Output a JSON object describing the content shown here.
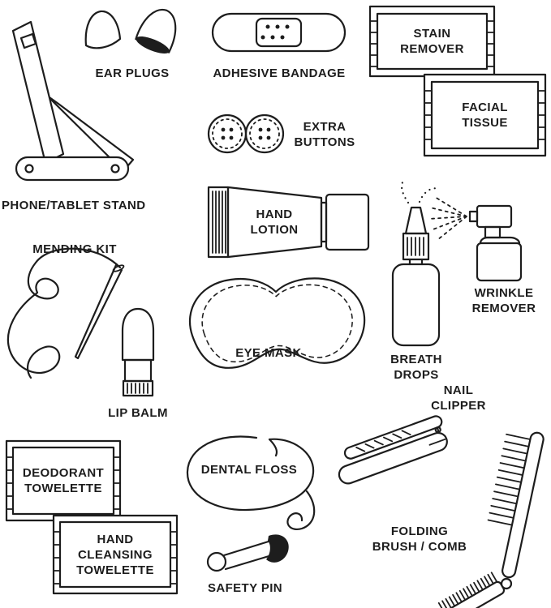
{
  "palette": {
    "ink": "#1d1d1d",
    "background": "#ffffff"
  },
  "labels": {
    "ear_plugs": "EAR PLUGS",
    "adhesive_bandage": "ADHESIVE BANDAGE",
    "stain_remover": "STAIN\nREMOVER",
    "facial_tissue": "FACIAL\nTISSUE",
    "extra_buttons": "EXTRA\nBUTTONS",
    "phone_tablet_stand": "PHONE/TABLET STAND",
    "hand_lotion": "HAND\nLOTION",
    "wrinkle_remover": "WRINKLE\nREMOVER",
    "breath_drops": "BREATH\nDROPS",
    "mending_kit": "MENDING KIT",
    "eye_mask": "EYE MASK",
    "lip_balm": "LIP BALM",
    "nail_clipper": "NAIL\nCLIPPER",
    "deodorant_towelette": "DEODORANT\nTOWELETTE",
    "hand_cleansing_towelette": "HAND\nCLEANSING\nTOWELETTE",
    "dental_floss": "DENTAL FLOSS",
    "safety_pin": "SAFETY PIN",
    "folding_brush_comb": "FOLDING\nBRUSH / COMB"
  }
}
